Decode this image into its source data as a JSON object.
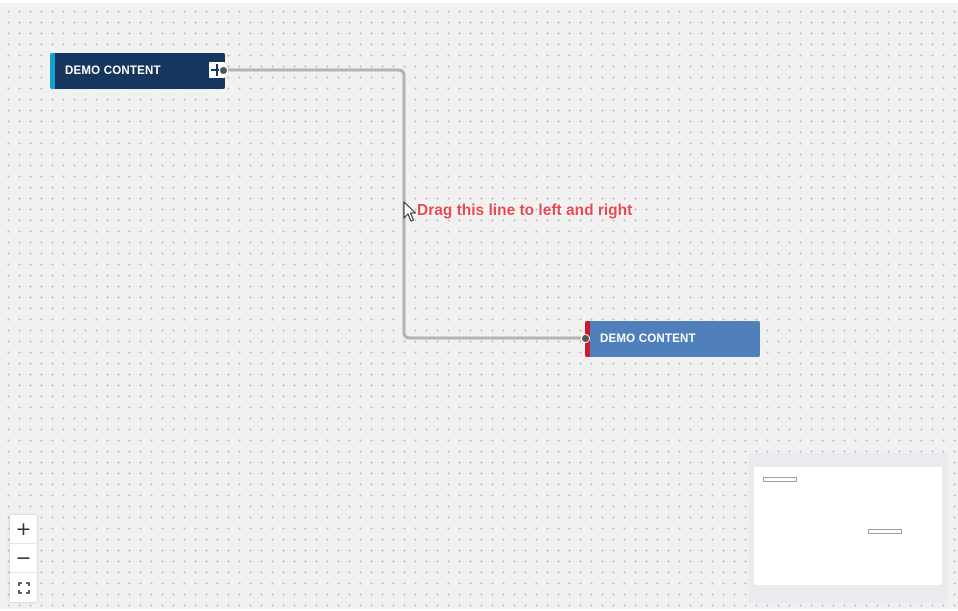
{
  "flow": {
    "nodes": [
      {
        "label": "DEMO CONTENT",
        "color": "#17365f",
        "accent": "#12a1d1",
        "has_add_button": true
      },
      {
        "label": "DEMO CONTENT",
        "color": "#4f80bc",
        "accent": "#d1182c",
        "has_add_button": false
      }
    ],
    "edge": {
      "color": "#b3b3b3"
    },
    "hint_text": "Drag this line to left and right",
    "hint_color": "#e8484e"
  },
  "controls": {
    "zoom_in_icon": "+",
    "zoom_out_icon": "−",
    "fit_view_icon": "fit-view-icon"
  },
  "icons": [
    "plus-icon",
    "minus-icon",
    "fit-view-icon",
    "mouse-cursor-icon",
    "add-icon"
  ],
  "minimap": {
    "background": "#e9ebee"
  }
}
